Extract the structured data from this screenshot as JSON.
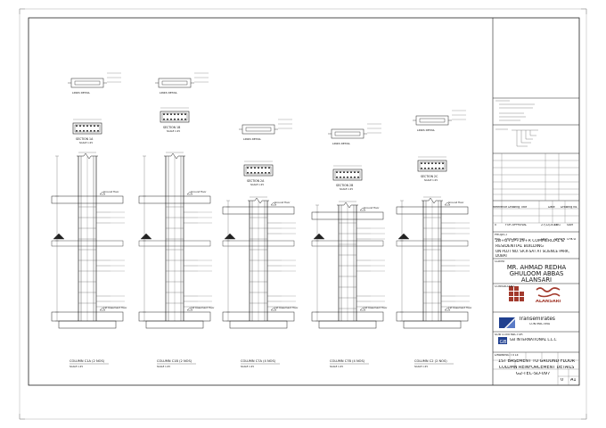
{
  "titleblock": {
    "project_label": "PROJECT",
    "project": [
      "2B+G+1P+29+R   COMMERCIAL &",
      "RESIDENTIAL BUILDING",
      "ON PLOT NO. SR.R-SAT AT SCIENCE PARK,",
      "DUBAI"
    ],
    "client_label": "CLIENT",
    "client": [
      "MR. AHMAD REDHA",
      "GHULOOM ABBAS",
      "ALANSARI"
    ],
    "consultant_label": "CONSULTANT",
    "logo_name": "ALANSARI",
    "contractor_name": "Transemirates",
    "contractor_sub": "CONTRACTING",
    "sub_label": "SUB CONTRACTOR",
    "sub_name": "GB INTERNATIONAL L.L.C",
    "drawing_label": "DRAWING TITLE",
    "drawing_title": [
      "1ST BASEMENT TO GROUND FLOOR",
      "COLUMN REINFORCEMENT DETAILS"
    ],
    "drawing_no": "G2-TEC-SD-097",
    "revision": "0",
    "size": "A1",
    "rev_headers": [
      "REV",
      "DESCRIPTION",
      "DATE",
      "DRAWN",
      "CHK'D"
    ],
    "issue_row": [
      "0",
      "FOR APPROVAL",
      "27/12/2022",
      "ENG",
      "SAM"
    ],
    "table_headers": [
      "Reference Drawing Title",
      "Date",
      "Drawing no."
    ]
  },
  "columns": [
    {
      "label": "COLUMN C1A (2 NOS)",
      "section": "SECTION 1A"
    },
    {
      "label": "COLUMN C1B (2 NOS)",
      "section": "SECTION 1B"
    },
    {
      "label": "COLUMN C7A (4 NOS)",
      "section": "SECTION 2A"
    },
    {
      "label": "COLUMN C7B (4 NOS)",
      "section": "SECTION 2B"
    },
    {
      "label": "COLUMN C2 (2 NOS)",
      "section": "SECTION 2C"
    }
  ],
  "labels": {
    "lap_detail": "LINKS DETAIL",
    "scale": "SCALE 1:25",
    "ground_floor": "Ground floor",
    "basement": "1st basement floor"
  }
}
